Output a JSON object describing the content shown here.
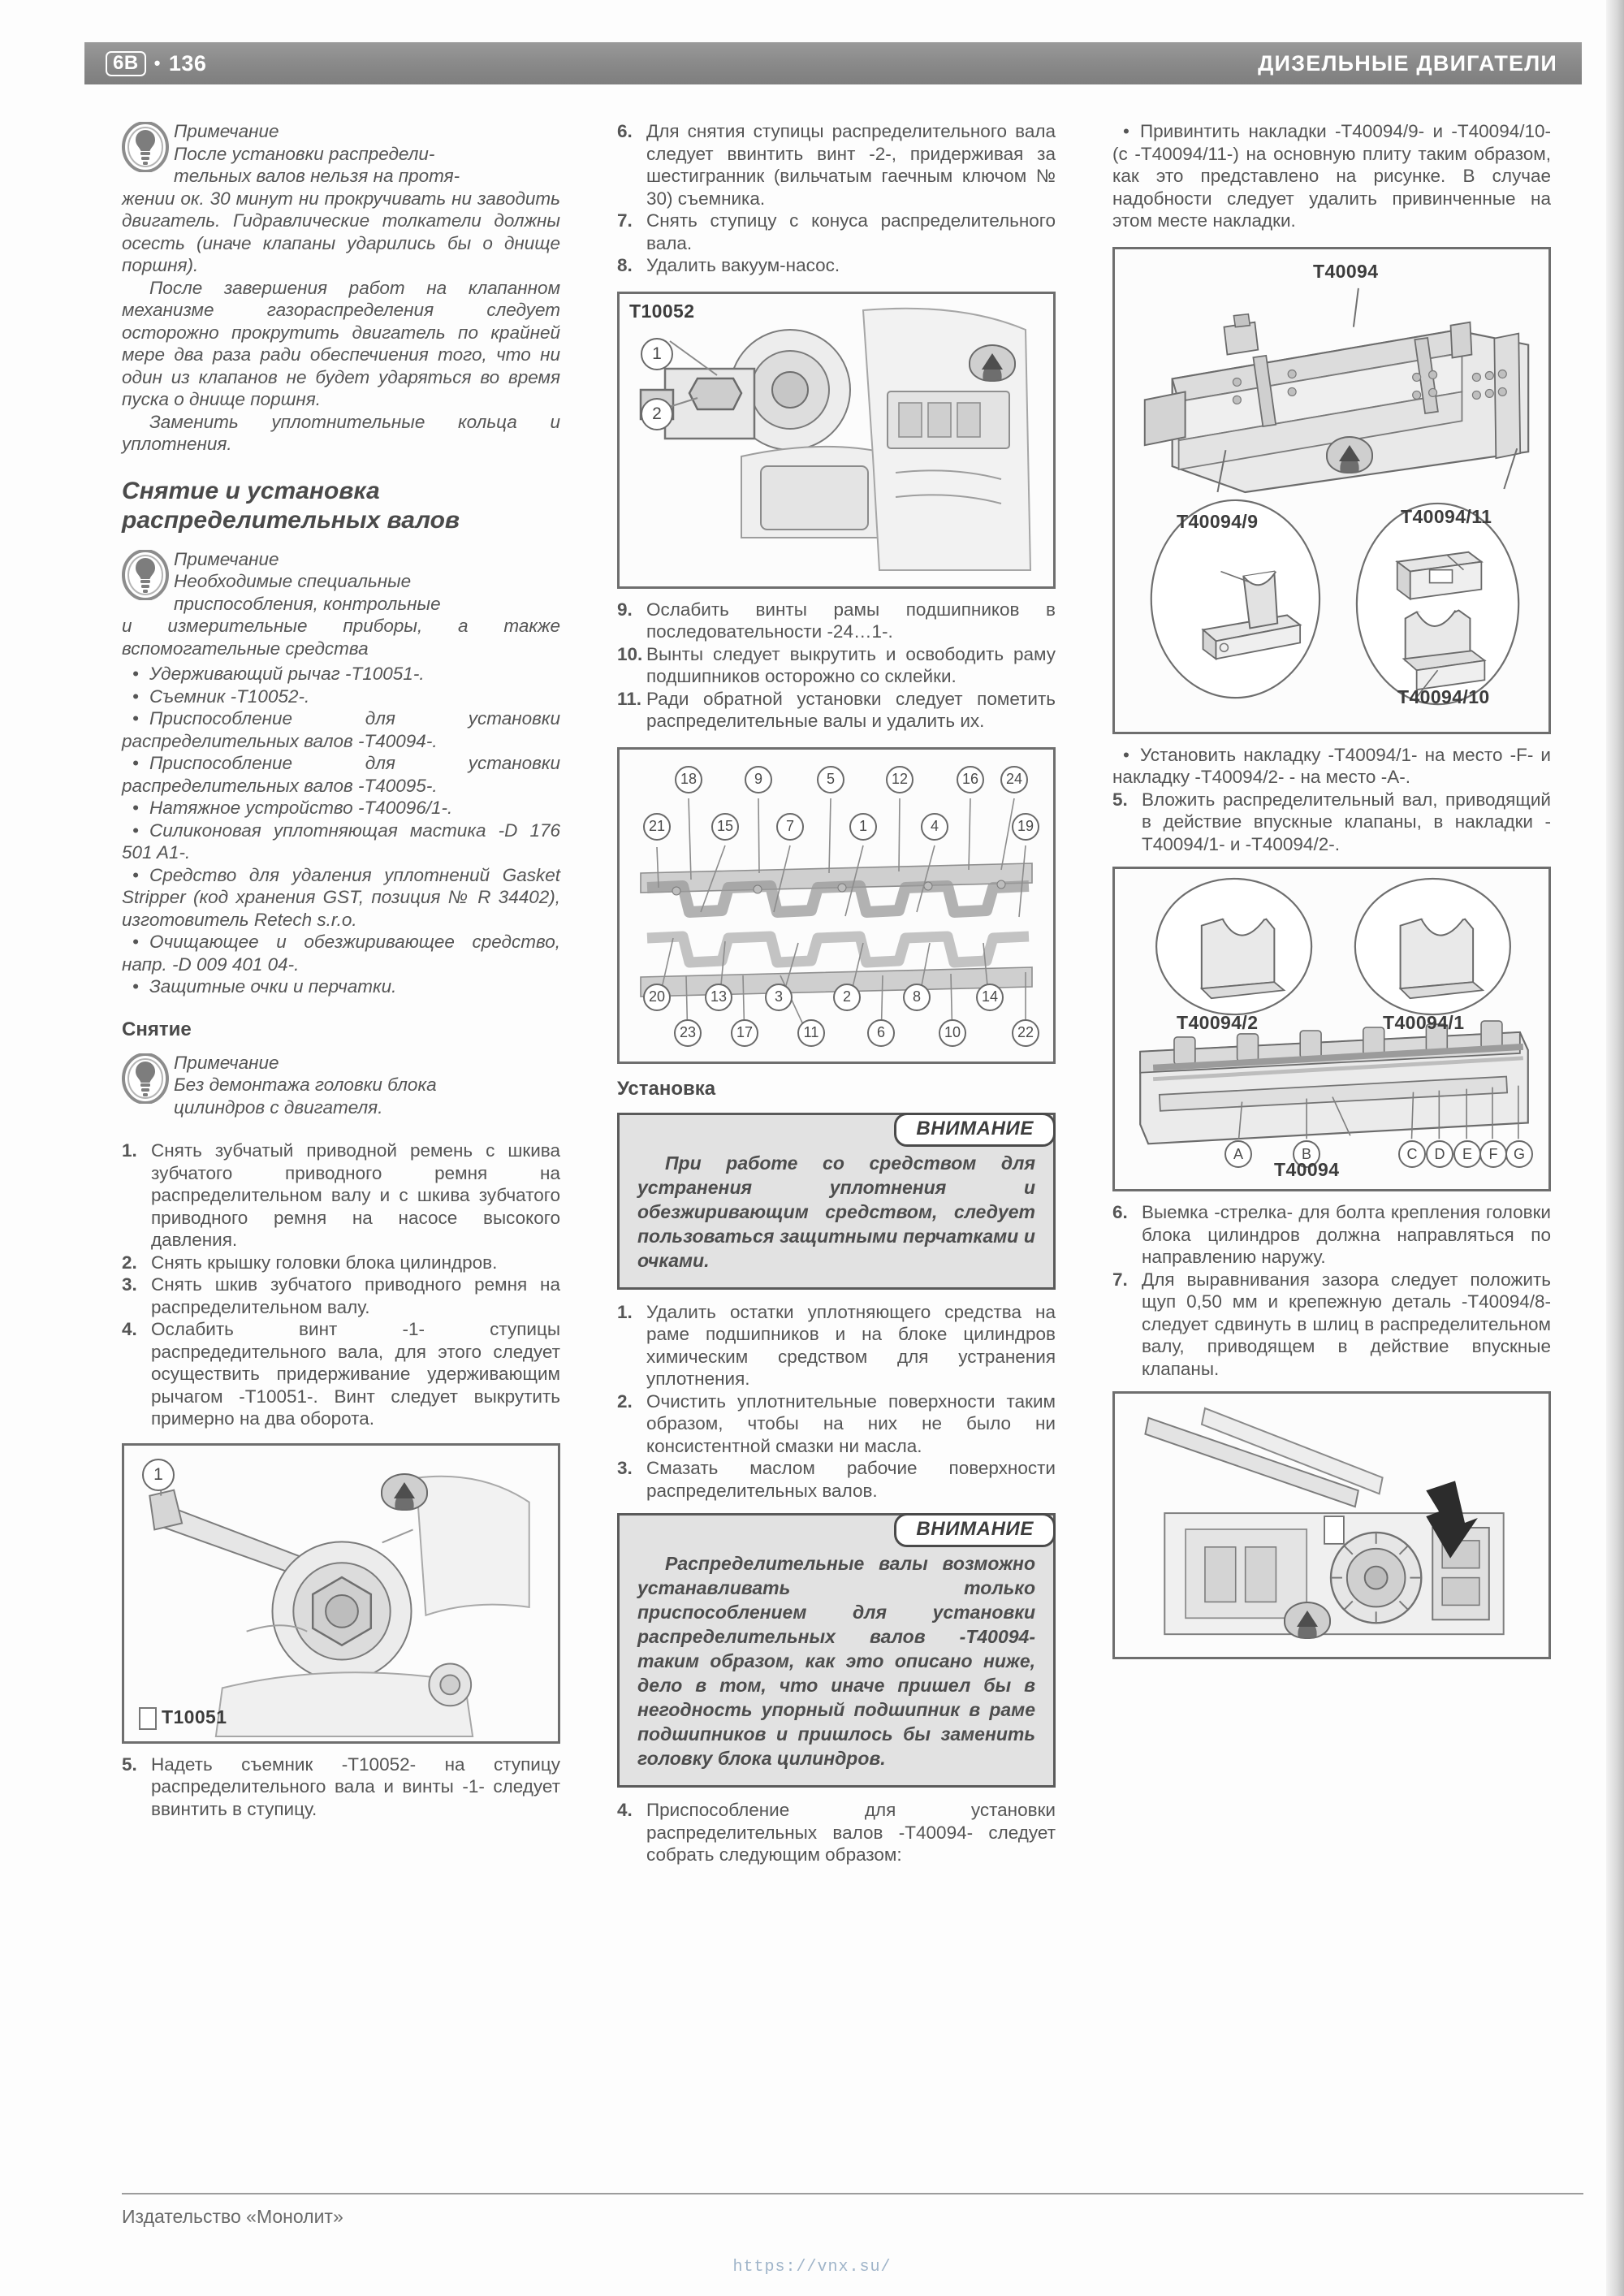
{
  "header": {
    "chapter": "6B",
    "dot": "•",
    "page_number": "136",
    "section_title": "ДИЗЕЛЬНЫЕ ДВИГАТЕЛИ"
  },
  "col1": {
    "note1": {
      "title": "Примечание",
      "line_a": "После установки распредели-",
      "line_b": "тельных валов нельзя на протя-",
      "rest": "жении ок. 30 минут ни прокручивать ни заводить двигатель. Гидравлические толкатели должны осесть (иначе клапаны ударились бы о днище поршня).",
      "para2": "После завершения работ на клапанном механизме газораспределения следует осторожно прокрутить двигатель по крайней мере два раза ради обеспечиения того, что ни один из клапанов не будет ударяться во время пуска о днище поршня.",
      "para3": "Заменить уплотнительные кольца и уплотнения."
    },
    "section_heading_l1": "Снятие и установка",
    "section_heading_l2": "распределительных валов",
    "note2": {
      "title": "Примечание",
      "line_a": "Необходимые          специальные",
      "line_b": "приспособления,     контрольные",
      "rest": "и измерительные приборы, а также вспомогательные средства"
    },
    "bullets": [
      "Удерживающий рычаг -T10051-.",
      "Съемник -T10052-.",
      "Приспособление для установки распределительных валов -T40094-.",
      "Приспособление для установки распределительных валов -T40095-.",
      "Натяжное устройство -T40096/1-.",
      "Силиконовая уплотняющая мастика -D 176 501 A1-.",
      "Средство для удаления уплотнений Gasket Stripper (код хранения GST, позиция № R 34402), изготовитель Retech s.r.o.",
      "Очищающее и обезжиривающее средство, напр. -D 009 401 04-.",
      "Защитные очки и перчатки."
    ],
    "sub_heading": "Снятие",
    "note3": {
      "title": "Примечание",
      "line_a": "Без демонтажа головки блока",
      "line_b": "цилиндров с двигателя."
    },
    "steps": [
      {
        "n": "1.",
        "t": "Снять зубчатый приводной ремень с шкива зубчатого приводного ремня на распределительном валу и с шкива зубчатого приводного ремня на насосе высокого давления."
      },
      {
        "n": "2.",
        "t": "Снять крышку головки блока цилиндров."
      },
      {
        "n": "3.",
        "t": "Снять шкив зубчатого приводного ремня на распределительном валу."
      },
      {
        "n": "4.",
        "t": "Ослабить винт -1- ступицы распредедительного вала, для этого следует осуществить придерживание удерживающим рычагом -T10051-. Винт следует выкрутить примерно на два оборота."
      }
    ],
    "fig_t10051": {
      "label": "T10051",
      "callout_1": "1"
    },
    "step5": {
      "n": "5.",
      "t": "Надеть съемник -T10052- на ступицу распределительного вала и винты -1- следует ввинтить в ступицу."
    }
  },
  "col2": {
    "steps_top": [
      {
        "n": "6.",
        "t": "Для снятия ступицы распределительного вала следует ввинтить винт -2-, придерживая за шестигранник (вильчатым гаечным ключом № 30) съемника."
      },
      {
        "n": "7.",
        "t": "Снять ступицу с конуса распределительного вала."
      },
      {
        "n": "8.",
        "t": "Удалить вакуум-насос."
      }
    ],
    "fig_t10052": {
      "label": "T10052",
      "callouts": [
        "1",
        "2"
      ]
    },
    "steps_mid": [
      {
        "n": "9.",
        "t": "Ослабить винты рамы подшипников в последовательности -24…1-."
      },
      {
        "n": "10.",
        "t": "Вынты следует выкрутить и освободить раму подшипников осторожно со склейки."
      },
      {
        "n": "11.",
        "t": "Ради обратной установки следует пометить распределительные валы и удалить их."
      }
    ],
    "fig_bearing_frame": {
      "top_row": [
        "18",
        "9",
        "5",
        "12",
        "16",
        "24"
      ],
      "second_row": [
        "21",
        "15",
        "7",
        "1",
        "4",
        "19"
      ],
      "third_row": [
        "20",
        "13",
        "3",
        "2",
        "8",
        "14"
      ],
      "bottom_row": [
        "23",
        "17",
        "11",
        "6",
        "10",
        "22"
      ]
    },
    "install_heading": "Установка",
    "warn1": {
      "tag": "ВНИМАНИЕ",
      "text": "При работе со средством для устранения уплотнения и обезжиривающим средством, следует пользоваться защитными перчатками и очками."
    },
    "steps_install": [
      {
        "n": "1.",
        "t": "Удалить остатки уплотняющего средства на раме подшипников и на блоке цилиндров химическим средством для устранения уплотнения."
      },
      {
        "n": "2.",
        "t": "Очистить уплотнительные поверхности таким образом, чтобы на них не было ни консистентной смазки ни масла."
      },
      {
        "n": "3.",
        "t": "Смазать маслом рабочие поверхности распределительных валов."
      }
    ],
    "warn2": {
      "tag": "ВНИМАНИЕ",
      "text": "Распределительные валы возможно устанавливать только приспособлением для установки распределительных валов -T40094- таким образом, как это описано ниже, дело в том, что иначе пришел бы в негодность упорный подшипник в раме подшипников и пришлось бы заменить головку блока цилиндров."
    },
    "step4": {
      "n": "4.",
      "t": "Приспособление для установки распределительных валов -T40094- следует собрать следующим образом:"
    }
  },
  "col3": {
    "bullet1": "Привинтить накладки -T40094/9- и -T40094/10- (с -T40094/11-) на основную плиту таким образом, как это представлено на рисунке. В случае надобности следует удалить привинченные на этом месте накладки.",
    "fig_plate": {
      "main_label": "T40094",
      "detail_left": "T40094/9",
      "detail_right_top": "T40094/11",
      "detail_right_bottom": "T40094/10"
    },
    "bullet2": "Установить накладку -T40094/1- на место -F- и накладку -T40094/2- - на место -A-.",
    "step5": {
      "n": "5.",
      "t": "Вложить распределительный вал, приводящий в действие впускные клапаны, в накладки -T40094/1- и -T40094/2-."
    },
    "fig_jig": {
      "label_left": "T40094/2",
      "label_right": "T40094/1",
      "bottom_label": "T40094",
      "positions": [
        "A",
        "B",
        "C",
        "D",
        "E",
        "F",
        "G"
      ]
    },
    "step6": {
      "n": "6.",
      "t": "Выемка -стрелка- для болта крепления головки блока цилиндров должна направляться по направлению наружу."
    },
    "step7": {
      "n": "7.",
      "t": "Для выравнивания зазора следует положить щуп 0,50 мм и крепежную деталь -T40094/8- следует сдвинуть в шлиц в распределительном валу, приводящем в действие впускные клапаны."
    }
  },
  "footer": {
    "publisher": "Издательство «Монолит»",
    "watermark": "https://vnx.su/"
  }
}
